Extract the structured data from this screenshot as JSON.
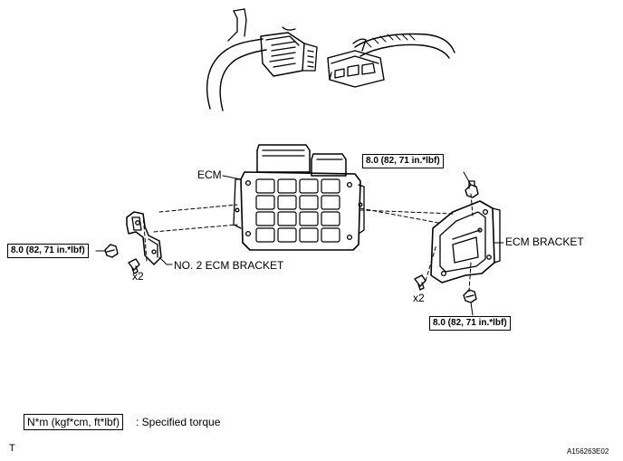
{
  "labels": {
    "ecm": "ECM",
    "ecm_bracket": "ECM BRACKET",
    "no2_ecm_bracket": "NO. 2 ECM BRACKET",
    "qty_left": "x2",
    "qty_right": "x2"
  },
  "torque": {
    "top_right": "8.0 (82, 71 in.*lbf)",
    "left": "8.0 (82, 71 in.*lbf)",
    "bottom_right": "8.0 (82, 71 in.*lbf)"
  },
  "legend": {
    "unit": "N*m (kgf*cm, ft*lbf)",
    "text": ": Specified torque"
  },
  "footer": {
    "left": "T",
    "code": "A156263E02"
  }
}
